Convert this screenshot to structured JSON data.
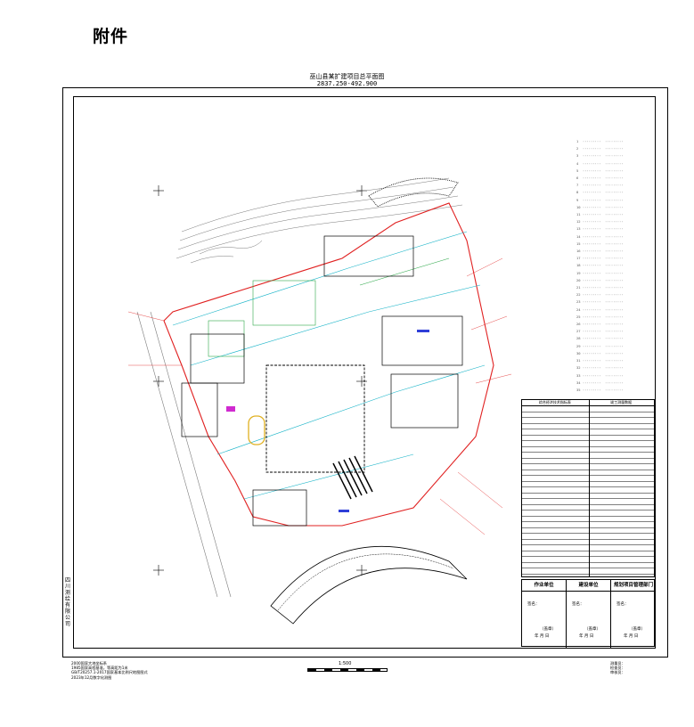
{
  "page": {
    "attachment_label": "附件"
  },
  "drawing": {
    "title_line1": "巫山县某扩建项目总平面图",
    "title_line2": "2837.250-492.900",
    "side_company": "四川测绘有限公司",
    "scale": "1:500",
    "notes": [
      "2000国家大地坐标系",
      "1985国家高程基准，等高距为1米",
      "GB/T20257.1-2017国家基本比例尺地图图式",
      "2023年12月数字化测图"
    ],
    "signers": [
      "测量员：",
      "检查员：",
      "审核员："
    ],
    "info_table_title": "综合经济技术指标表",
    "info_table_title_right": "竣工测量数据",
    "sign_columns": [
      {
        "head": "作业单位",
        "name": "签名：",
        "seal": "（盖章）",
        "date": "年 月 日"
      },
      {
        "head": "建设单位",
        "name": "签名：",
        "seal": "（盖章）",
        "date": "年 月 日"
      },
      {
        "head": "规划项目管理部门",
        "name": "签名：",
        "seal": "（盖章）",
        "date": "年 月 日"
      }
    ]
  },
  "colors": {
    "red": "#e02020",
    "cyan": "#19b4c8",
    "green": "#2ea84a",
    "magenta": "#d02ad0",
    "blue": "#2f3fd8",
    "gray": "#7a7a7a"
  }
}
